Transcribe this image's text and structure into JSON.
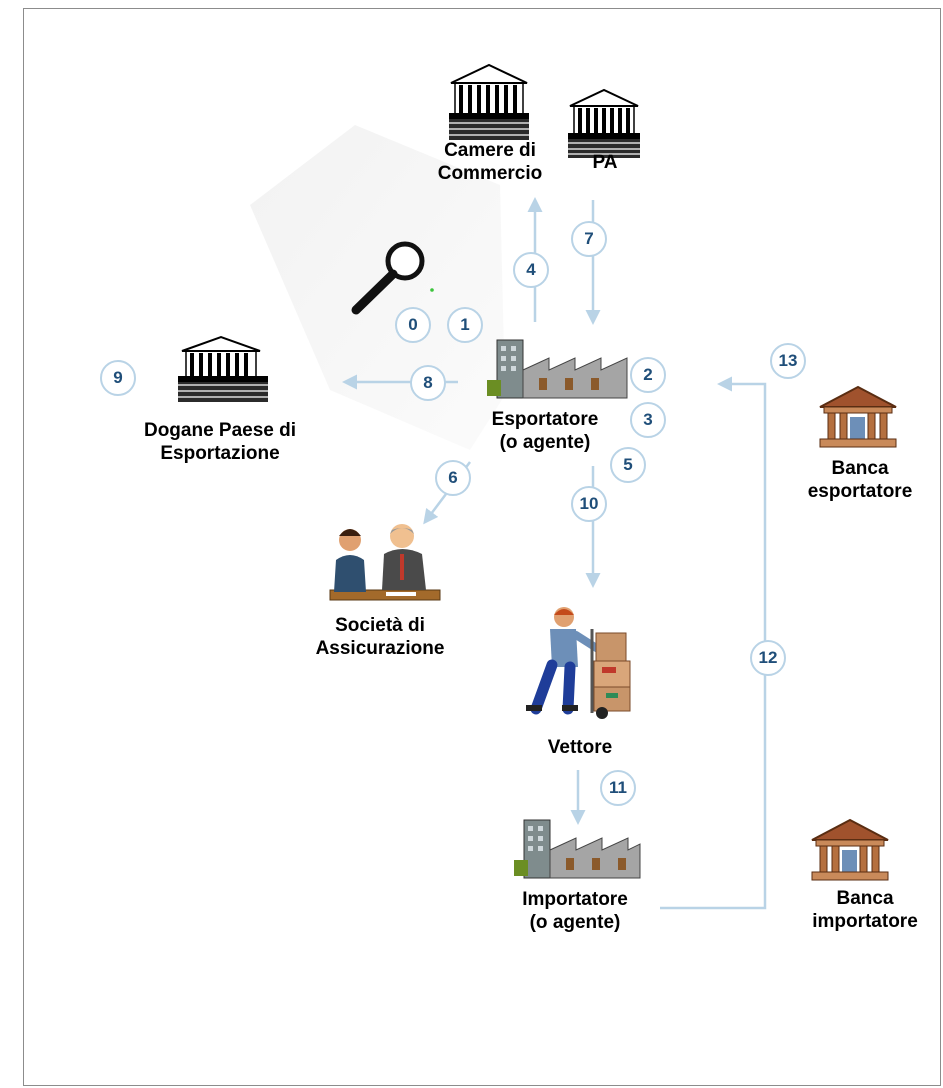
{
  "nodes": {
    "camere": "Camere di\nCommercio",
    "pa": "PA",
    "dogane": "Dogane Paese di\nEsportazione",
    "esportatore": "Esportatore\n(o agente)",
    "societa": "Società di\nAssicurazione",
    "vettore": "Vettore",
    "importatore": "Importatore\n(o agente)",
    "banca_esp": "Banca\nesportatore",
    "banca_imp": "Banca\nimportatore"
  },
  "steps": [
    "0",
    "1",
    "2",
    "3",
    "4",
    "5",
    "6",
    "7",
    "8",
    "9",
    "10",
    "11",
    "12",
    "13"
  ],
  "colors": {
    "arrow": "#b9d3e6",
    "step_text": "#1f4e79",
    "step_border": "#b9d3e6"
  },
  "icons": {
    "camere": "government-building-icon",
    "pa": "government-building-icon",
    "dogane": "government-building-icon",
    "esportatore": "factory-icon",
    "importatore": "factory-icon",
    "societa": "business-meeting-icon",
    "vettore": "delivery-man-icon",
    "banca_esp": "bank-icon",
    "banca_imp": "bank-icon",
    "search": "magnifier-icon"
  }
}
